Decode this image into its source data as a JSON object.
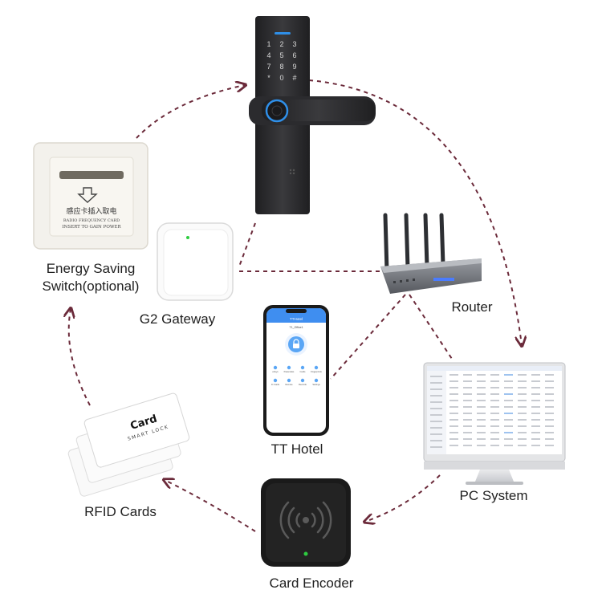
{
  "diagram": {
    "nodes": {
      "energy_switch": {
        "label_line1": "Energy Saving",
        "label_line2": "Switch(optional)",
        "card_text_cn": "感应卡插入取电",
        "card_text_en1": "RADIO FREQUENCY CARD",
        "card_text_en2": "INSERT TO GAIN POWER"
      },
      "gateway": {
        "label": "G2 Gateway"
      },
      "router": {
        "label": "Router"
      },
      "tthotel": {
        "label": "TT Hotel",
        "app_title": "TTHotel",
        "lock_name": "T1_Office1",
        "menu_items": [
          "eKeys",
          "Passcodes",
          "Cards",
          "Fingerprints",
          "IC Cards",
          "Remote",
          "Records",
          "Settings"
        ]
      },
      "pc_system": {
        "label": "PC System"
      },
      "rfid_cards": {
        "label": "RFID Cards",
        "card_title": "Card",
        "card_subtitle": "SMART LOCK"
      },
      "card_encoder": {
        "label": "Card Encoder"
      },
      "smart_lock": {
        "keypad_keys": [
          "1",
          "2",
          "3",
          "4",
          "5",
          "6",
          "7",
          "8",
          "9",
          "*",
          "0",
          "#"
        ]
      }
    },
    "flow": [
      [
        "energy_switch",
        "smart_lock"
      ],
      [
        "smart_lock",
        "pc_system"
      ],
      [
        "pc_system",
        "card_encoder"
      ],
      [
        "card_encoder",
        "rfid_cards"
      ],
      [
        "rfid_cards",
        "energy_switch"
      ]
    ],
    "links": [
      [
        "smart_lock",
        "gateway"
      ],
      [
        "gateway",
        "router"
      ],
      [
        "router",
        "tthotel"
      ],
      [
        "router",
        "pc_system"
      ]
    ],
    "colors": {
      "connector": "#6b2a3a",
      "lock_body": "#2a2a2c",
      "lock_accent": "#2f8fe8",
      "encoder_body": "#1e1e1e",
      "encoder_led": "#2ecc40",
      "router_body": "#6c6f75",
      "router_led": "#4a7cff"
    }
  }
}
